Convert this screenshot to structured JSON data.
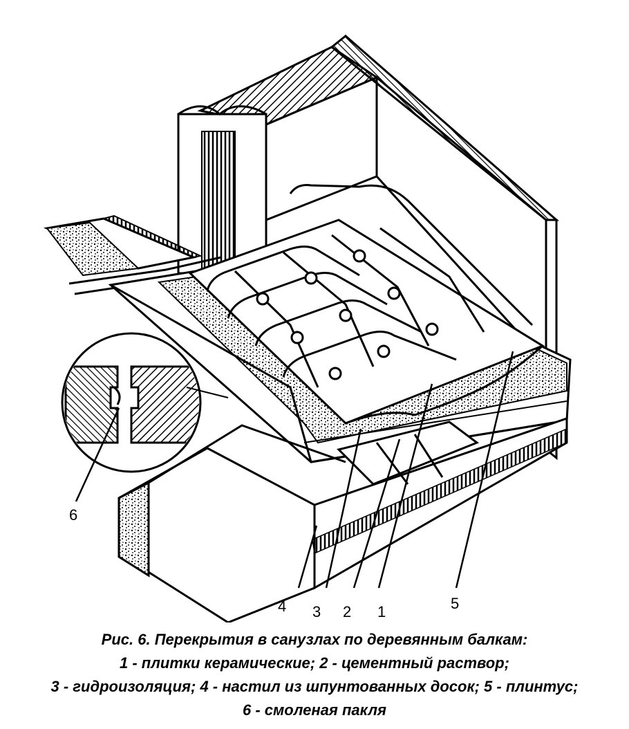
{
  "figure": {
    "callouts": [
      "1",
      "2",
      "3",
      "4",
      "5",
      "6"
    ]
  },
  "caption": {
    "line1": "Рис. 6. Перекрытия в санузлах по деревянным балкам:",
    "line2": "1 - плитки керамические; 2 - цементный раствор;",
    "line3": "3 - гидроизоляция; 4 - настил из шпунтованных досок; 5 - плинтус;",
    "line4": "6 - смоленая пакля"
  }
}
